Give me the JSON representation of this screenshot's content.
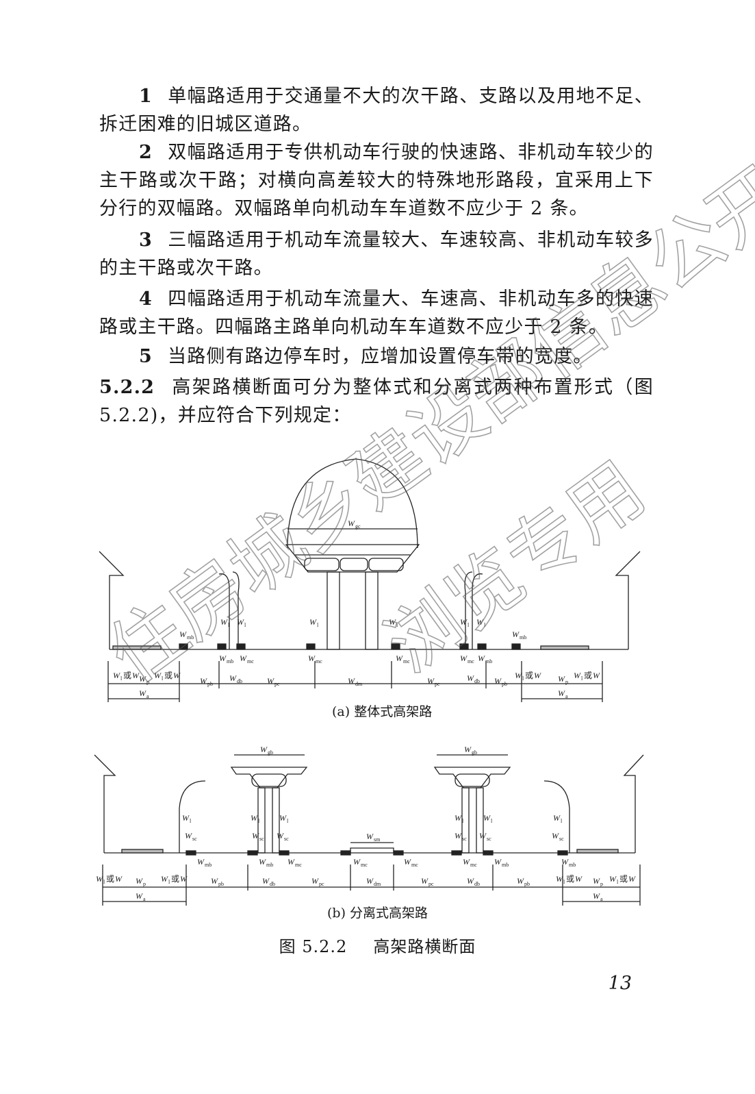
{
  "paragraphs": [
    {
      "num": "1",
      "text": "单幅路适用于交通量不大的次干路、支路以及用地不足、拆迁困难的旧城区道路。"
    },
    {
      "num": "2",
      "text": "双幅路适用于专供机动车行驶的快速路、非机动车较少的主干路或次干路；对横向高差较大的特殊地形路段，宜采用上下分行的双幅路。双幅路单向机动车车道数不应少于 2 条。"
    },
    {
      "num": "3",
      "text": "三幅路适用于机动车流量较大、车速较高、非机动车较多的主干路或次干路。"
    },
    {
      "num": "4",
      "text": "四幅路适用于机动车流量大、车速高、非机动车多的快速路或主干路。四幅路主路单向机动车车道数不应少于 2 条。"
    },
    {
      "num": "5",
      "text": "当路侧有路边停车时，应增加设置停车带的宽度。"
    }
  ],
  "clause": {
    "num": "5.2.2",
    "text": "高架路横断面可分为整体式和分离式两种布置形式（图 5.2.2)，并应符合下列规定："
  },
  "figure": {
    "caption_a": "(a) 整体式高架路",
    "caption_b": "(b) 分离式高架路",
    "title_num": "图 5.2.2",
    "title_text": "高架路横断面"
  },
  "page_number": "13",
  "watermark": {
    "line1": "住房城乡建设部信息公开",
    "line2": "浏览专用"
  }
}
